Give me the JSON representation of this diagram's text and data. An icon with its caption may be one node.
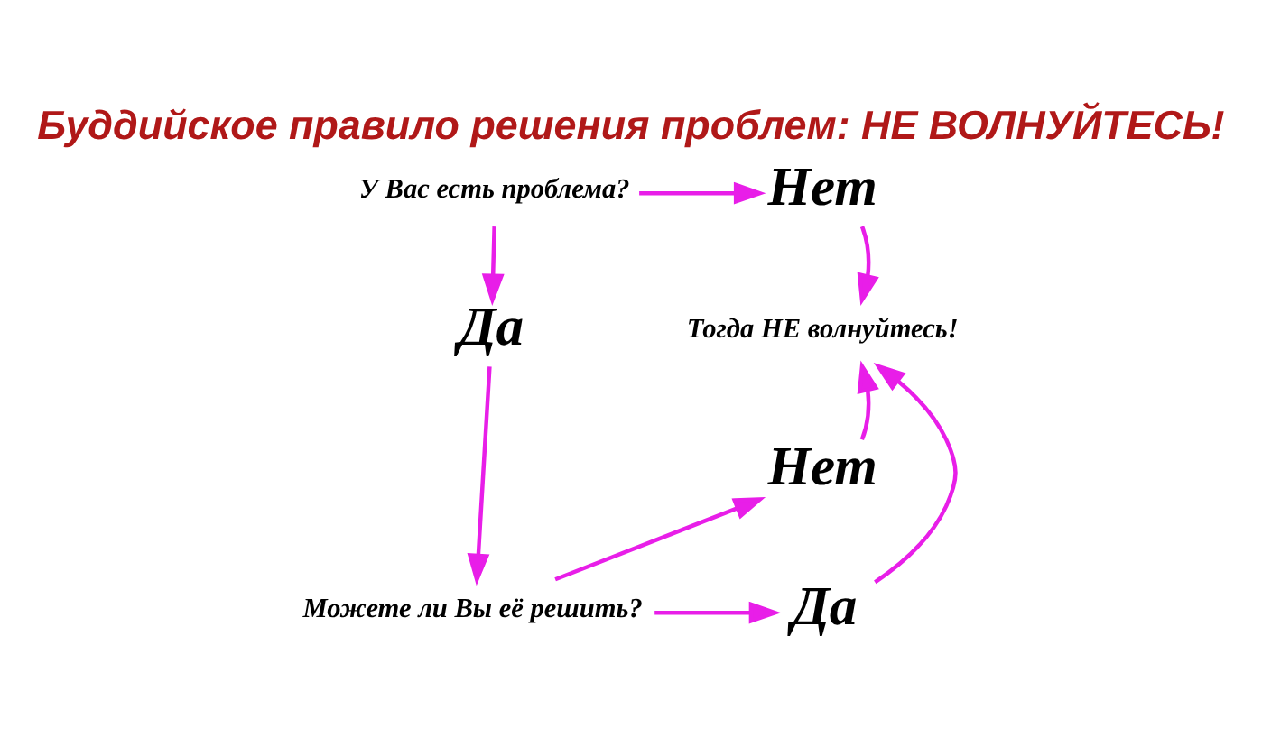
{
  "diagram": {
    "title": "Буддийское правило решения проблем: НЕ ВОЛНУЙТЕСЬ!",
    "nodes": [
      {
        "text": [
          "У Вас есть проблема?"
        ]
      },
      {
        "text": [
          "Нет"
        ]
      },
      {
        "text": [
          "Тогда НЕ волнуйтесь!"
        ]
      },
      {
        "text": [
          "Да"
        ]
      },
      {
        "text": [
          "Нет"
        ]
      },
      {
        "text": [
          "Можете ли Вы её решить?"
        ]
      },
      {
        "text": [
          "Да"
        ]
      }
    ],
    "edges": [
      {
        "from": 0,
        "to": 1,
        "arrow": "to"
      },
      {
        "from": 0,
        "to": 3,
        "arrow": "to"
      },
      {
        "from": 1,
        "to": 2,
        "arrow": "to"
      },
      {
        "from": 3,
        "to": 5,
        "arrow": "to"
      },
      {
        "from": 5,
        "to": 6,
        "arrow": "to"
      },
      {
        "from": 5,
        "to": 4,
        "arrow": "to"
      },
      {
        "from": 4,
        "to": 2,
        "arrow": "to"
      },
      {
        "from": 6,
        "to": 2,
        "arrow": "to"
      }
    ]
  }
}
